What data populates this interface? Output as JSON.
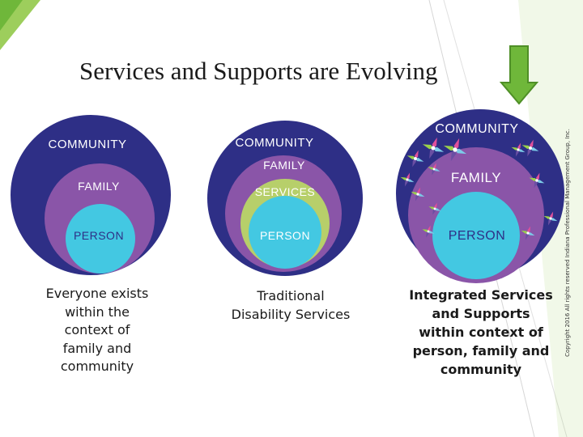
{
  "title": "Services and Supports are Evolving",
  "colors": {
    "community": "#2e2f86",
    "family": "#8a55a8",
    "services": "#b7cf6a",
    "person": "#43c8e2",
    "accent_green": "#6fb73a"
  },
  "diagrams": [
    {
      "labels": {
        "community": "COMMUNITY",
        "family": "FAMILY",
        "person": "PERSON"
      },
      "caption": [
        "Everyone exists",
        "within the",
        "context of",
        "family and",
        "community"
      ]
    },
    {
      "labels": {
        "community": "COMMUNITY",
        "family": "FAMILY",
        "services": "SERVICES",
        "person": "PERSON"
      },
      "caption": [
        "Traditional",
        "Disability Services"
      ]
    },
    {
      "labels": {
        "community": "COMMUNITY",
        "family": "FAMILY",
        "person": "PERSON"
      },
      "caption": [
        "Integrated Services",
        "and Supports",
        "within context of",
        "person, family and",
        "community"
      ],
      "decoration": "star-icons"
    }
  ],
  "copyright": "Copyright 2016 All rights reserved Indiana Professional Management Group, Inc."
}
